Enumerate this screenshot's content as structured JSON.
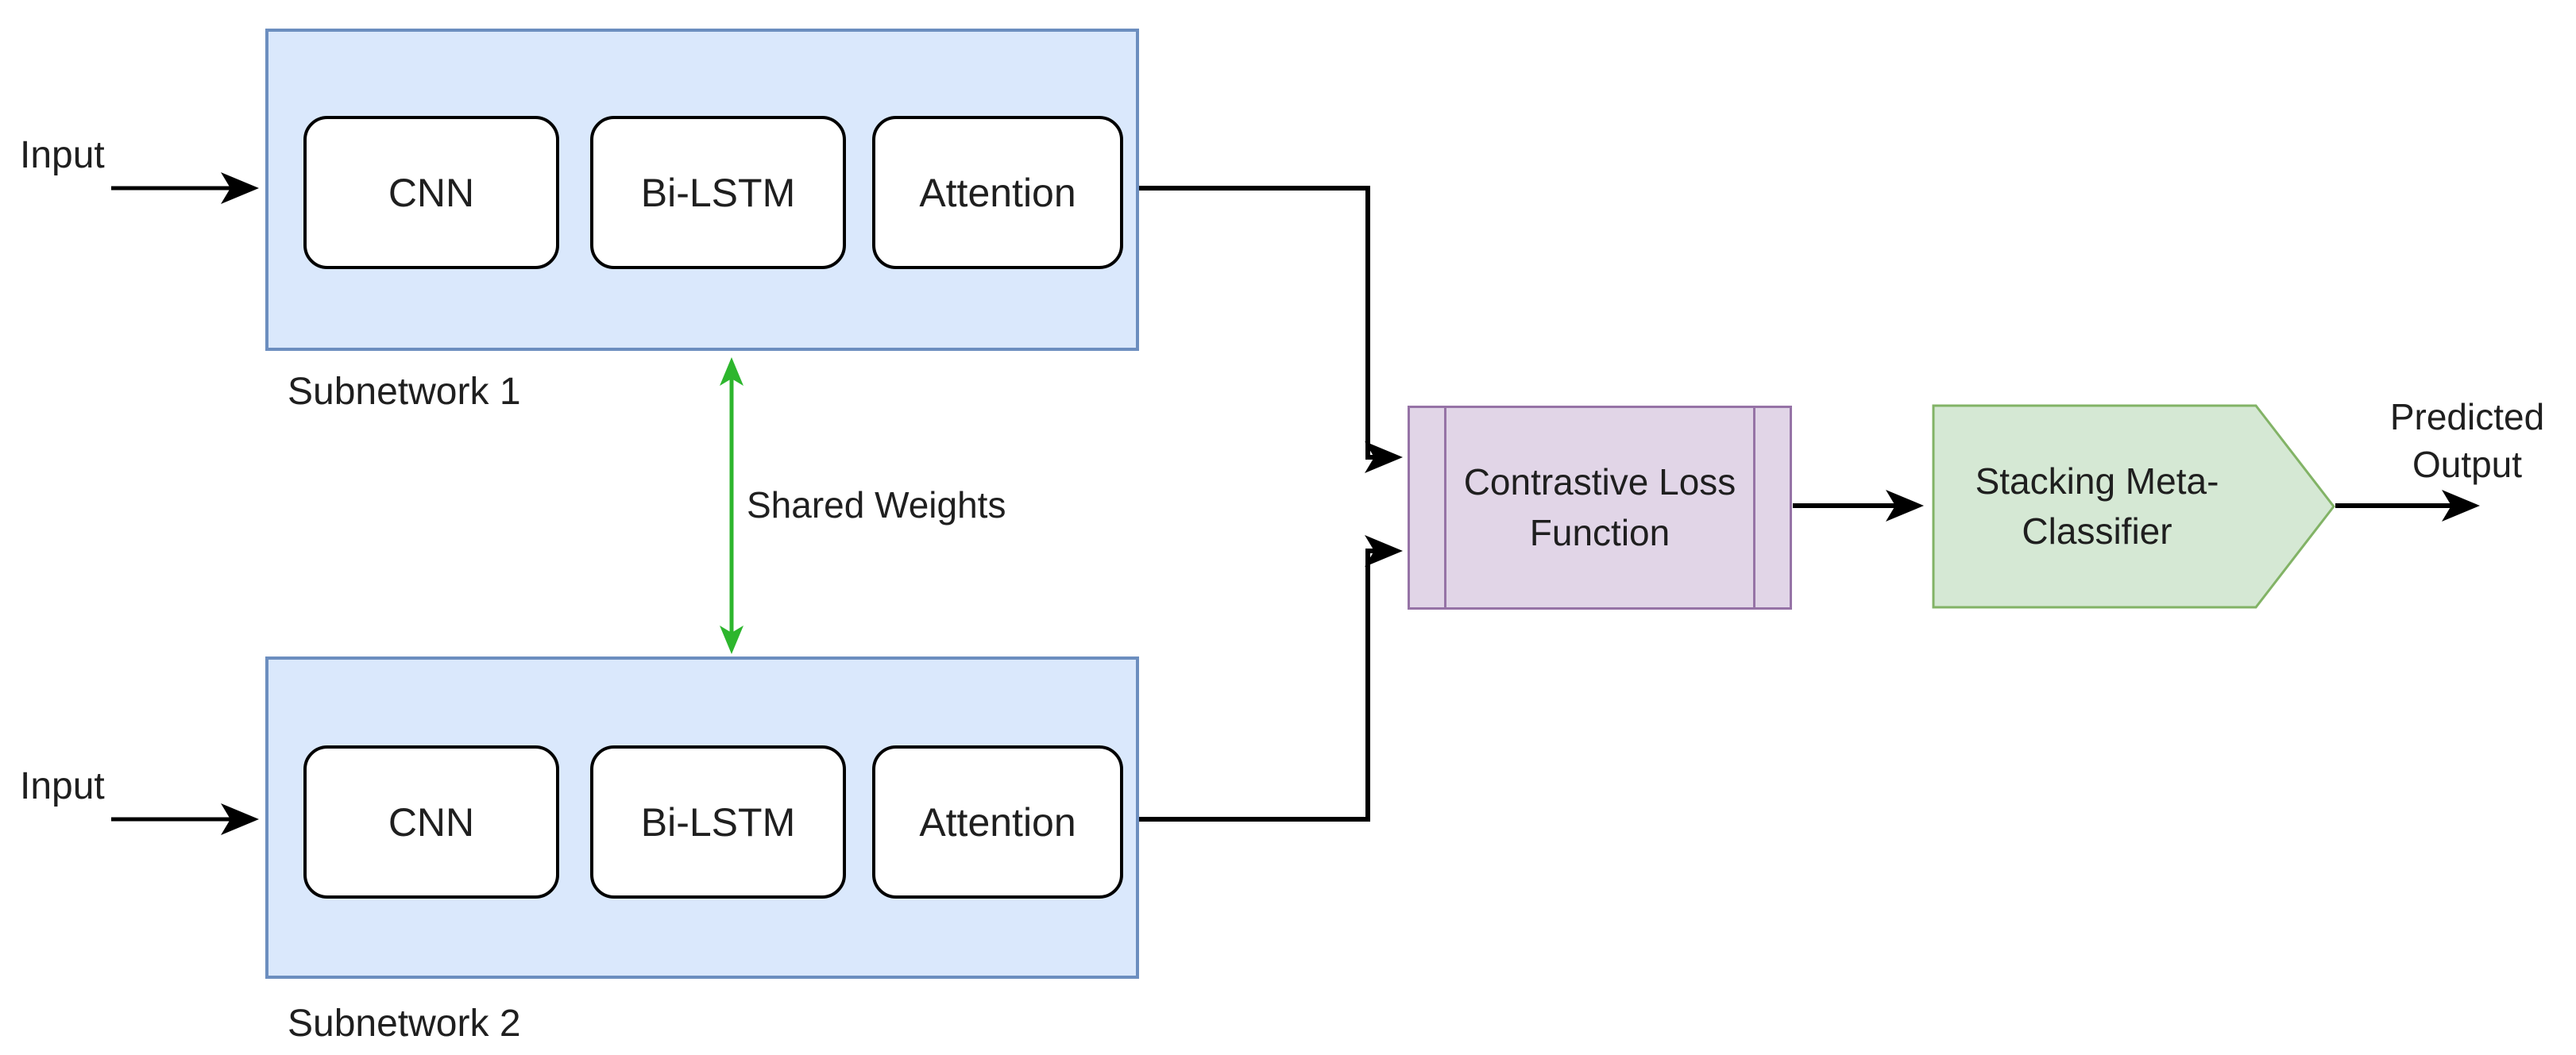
{
  "diagram": {
    "input_top": "Input",
    "input_bottom": "Input",
    "subnetwork1": {
      "label": "Subnetwork 1",
      "blocks": [
        "CNN",
        "Bi-LSTM",
        "Attention"
      ]
    },
    "subnetwork2": {
      "label": "Subnetwork 2",
      "blocks": [
        "CNN",
        "Bi-LSTM",
        "Attention"
      ]
    },
    "shared_weights_label": "Shared Weights",
    "loss_label": "Contrastive Loss Function",
    "classifier_label": "Stacking Meta-Classifier",
    "output_label": "Predicted Output"
  },
  "colors": {
    "subnetwork_fill": "#dae8fc",
    "subnetwork_border": "#6c8ebf",
    "block_fill": "#ffffff",
    "block_border": "#000000",
    "loss_fill": "#e1d5e7",
    "loss_border": "#9673a6",
    "classifier_fill": "#d5e8d4",
    "classifier_border": "#82b366",
    "shared_weights_arrow": "#2db62d",
    "connector": "#000000",
    "text": "#1f1f1f"
  }
}
